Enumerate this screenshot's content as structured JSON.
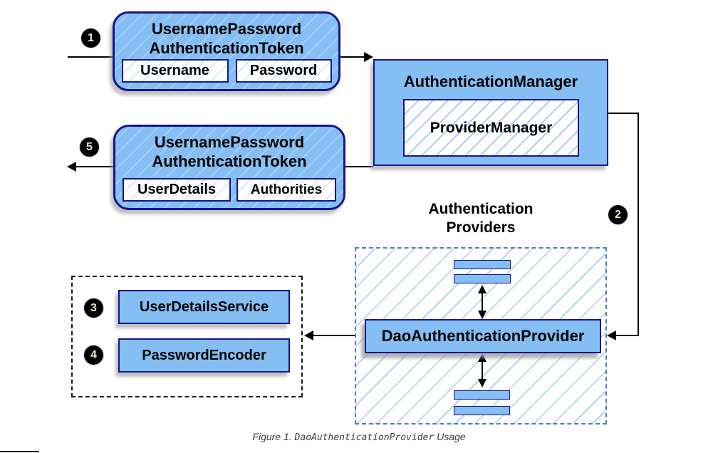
{
  "figure": {
    "caption_prefix": "Figure 1. ",
    "caption_code": "DaoAuthenticationProvider",
    "caption_suffix": " Usage"
  },
  "colors": {
    "box_fill": "#85BEF2",
    "box_border": "#15158A",
    "hatch_line": "#A4C9EE",
    "providers_dashed_border": "#4F7BBF",
    "services_dashed_border": "#1A1A1A",
    "arrow": "#000000",
    "badge_background": "#000000",
    "badge_text": "#F2E7C9",
    "shadow": "#A0A0A0",
    "caption_text": "#3B3B3B"
  },
  "badges": {
    "step1": "1",
    "step2": "2",
    "step3": "3",
    "step4": "4",
    "step5": "5"
  },
  "token_request": {
    "title1": "UsernamePassword",
    "title2": "AuthenticationToken",
    "field1": "Username",
    "field2": "Password"
  },
  "token_response": {
    "title1": "UsernamePassword",
    "title2": "AuthenticationToken",
    "field1": "UserDetails",
    "field2": "Authorities"
  },
  "manager": {
    "title": "AuthenticationManager",
    "inner": "ProviderManager"
  },
  "providers": {
    "label1": "Authentication",
    "label2": "Providers",
    "main": "DaoAuthenticationProvider"
  },
  "services": {
    "item1": "UserDetailsService",
    "item2": "PasswordEncoder"
  }
}
